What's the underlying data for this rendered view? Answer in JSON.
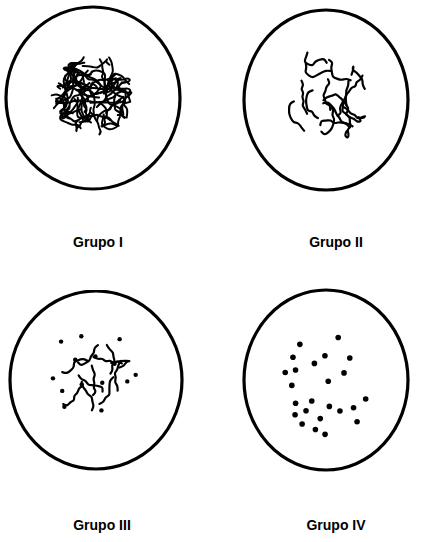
{
  "diagram": {
    "nodes": [
      {
        "text": [
          "Grupo I"
        ]
      },
      {
        "text": [
          "Grupo II"
        ]
      },
      {
        "text": [
          "Grupo III"
        ]
      },
      {
        "text": [
          "Grupo IV"
        ]
      }
    ]
  }
}
